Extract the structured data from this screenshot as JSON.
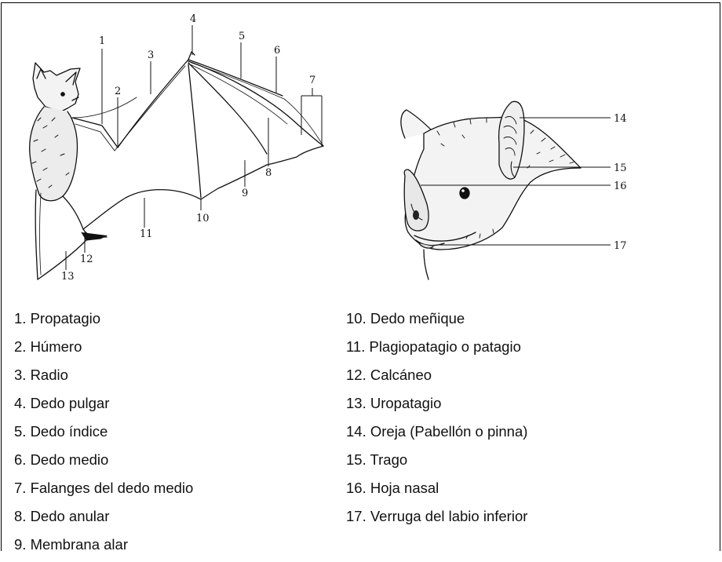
{
  "diagram": {
    "wing_callouts": [
      "1",
      "2",
      "3",
      "4",
      "5",
      "6",
      "7",
      "8",
      "9",
      "10",
      "11",
      "12",
      "13"
    ],
    "head_callouts": [
      "14",
      "15",
      "16",
      "17"
    ]
  },
  "legend": {
    "left": [
      "1. Propatagio",
      "2. Húmero",
      "3. Radio",
      "4. Dedo pulgar",
      "5. Dedo índice",
      "6. Dedo medio",
      "7. Falanges del dedo medio",
      "8. Dedo anular",
      "9. Membrana alar"
    ],
    "right": [
      "10. Dedo meñique",
      "11. Plagiopatagio o patagio",
      "12. Calcáneo",
      "13. Uropatagio",
      "14. Oreja (Pabellón o pinna)",
      "15. Trago",
      "16. Hoja nasal",
      "17. Verruga del labio inferior"
    ]
  }
}
